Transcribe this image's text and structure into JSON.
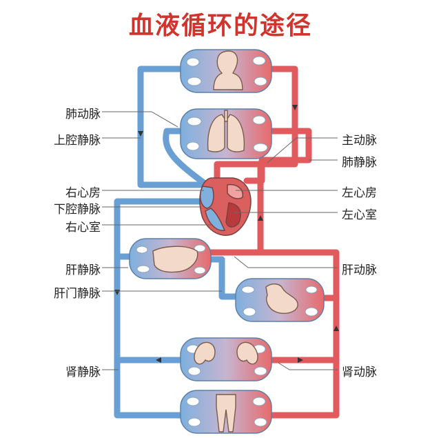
{
  "title": "血液循环的途径",
  "colors": {
    "title": "#d0342c",
    "artery": "#e05a5e",
    "vein": "#6a9fd3",
    "organ_fill": "#f3d9c9",
    "tissue": "#ffffff",
    "label_line": "#666666"
  },
  "labels": {
    "pulmonary_artery": "肺动脉",
    "superior_vena_cava": "上腔静脉",
    "aorta": "主动脉",
    "pulmonary_vein": "肺静脉",
    "right_atrium": "右心房",
    "inferior_vena_cava": "下腔静脉",
    "right_ventricle": "右心室",
    "left_atrium": "左心房",
    "left_ventricle": "左心室",
    "hepatic_vein": "肝静脉",
    "hepatic_artery": "肝动脉",
    "hepatic_portal_vein": "肝门静脉",
    "renal_vein": "肾静脉",
    "renal_artery": "肾动脉"
  }
}
